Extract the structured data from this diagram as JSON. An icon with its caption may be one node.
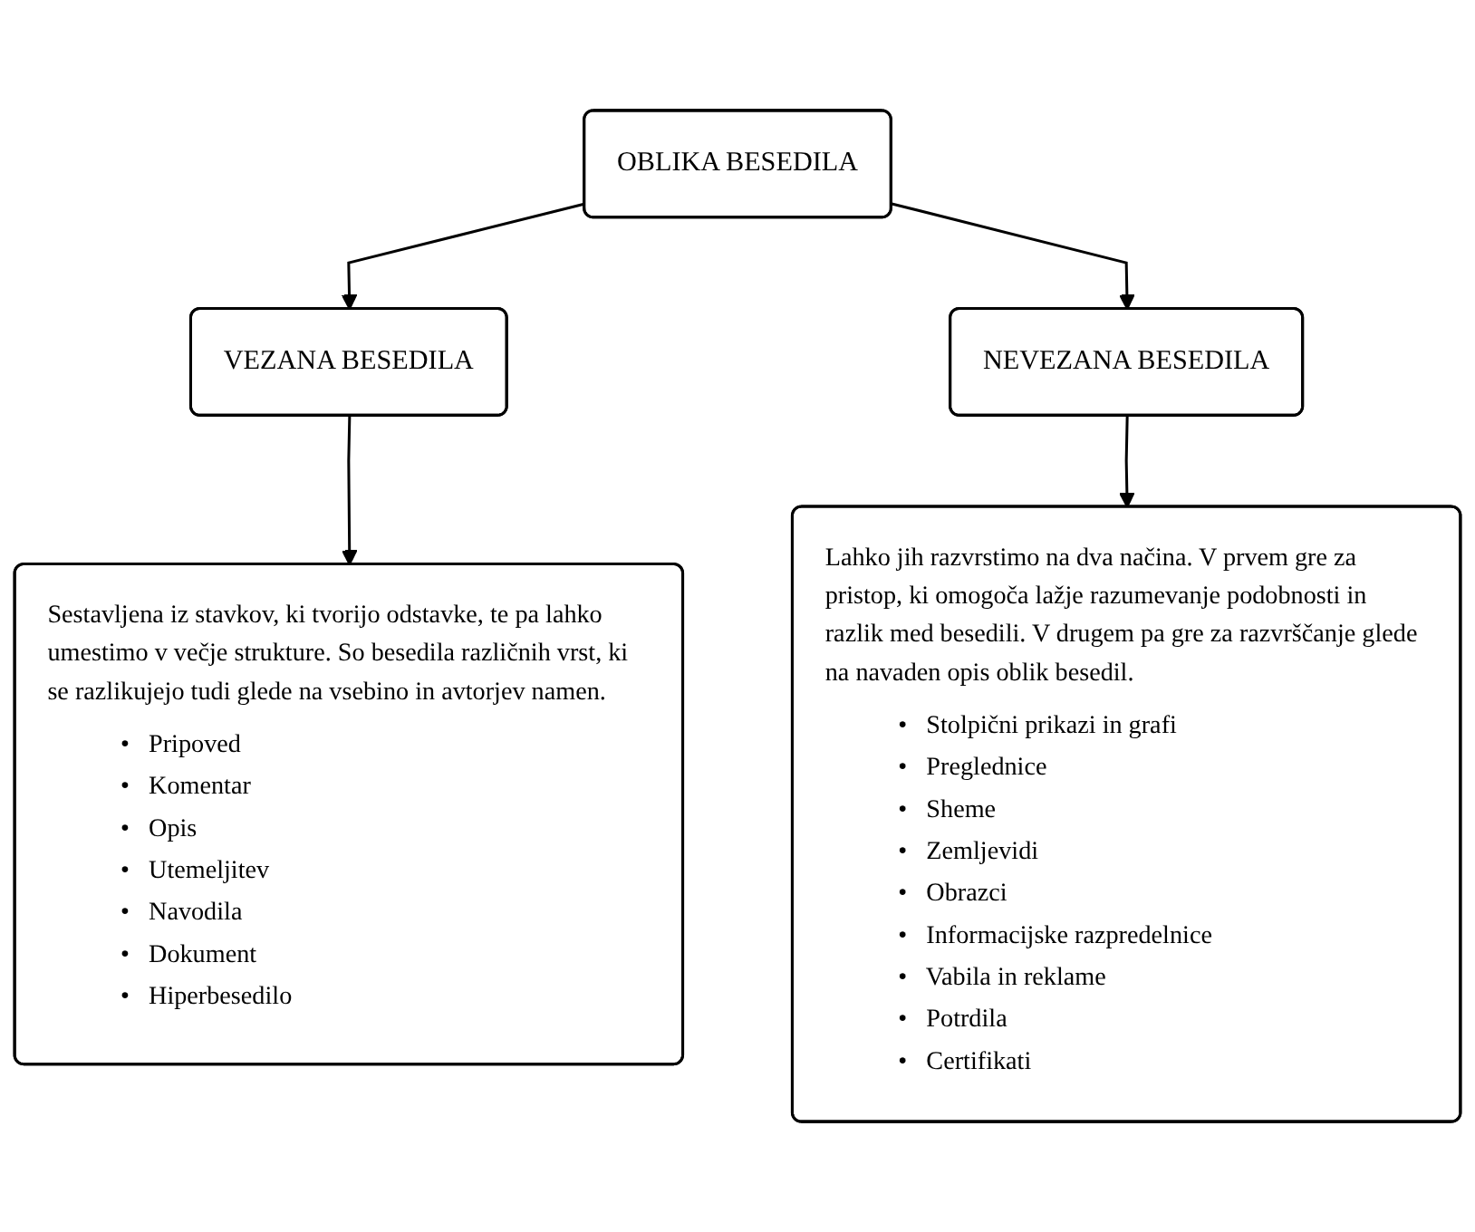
{
  "diagram": {
    "nodes": [
      {
        "text": [
          "OBLIKA BESEDILA"
        ]
      },
      {
        "text": [
          "VEZANA BESEDILA"
        ]
      },
      {
        "text": [
          "NEVEZANA BESEDILA"
        ]
      },
      {
        "text": [
          "Sestavljena iz stavkov, ki tvorijo odstavke, te pa lahko umestimo v večje strukture. So besedila različnih vrst, ki se razlikujejo tudi glede na vsebino in avtorjev namen.",
          "•   Pripoved",
          "•   Komentar",
          "•   Opis",
          "•   Utemeljitev",
          "•   Navodila",
          "•   Dokument",
          "•   Hiperbesedilo"
        ]
      },
      {
        "text": [
          "Lahko jih razvrstimo na dva načina. V prvem gre za pristop, ki omogoča lažje razumevanje podobnosti in razlik med besedili. V drugem pa gre za razvrščanje glede na navaden opis oblik besedil.",
          "•   Stolpični prikazi in grafi",
          "•   Preglednice",
          "•   Sheme",
          "•   Zemljevidi",
          "•   Obrazci",
          "•   Informacijske razpredelnice",
          "•   Vabila in reklame",
          "•   Potrdila",
          "•   Certifikati"
        ]
      }
    ],
    "edges": [
      {
        "from": 0,
        "to": 1,
        "arrow": "to"
      },
      {
        "from": 0,
        "to": 2,
        "arrow": "to"
      },
      {
        "from": 1,
        "to": 3,
        "arrow": "to"
      },
      {
        "from": 2,
        "to": 4,
        "arrow": "to"
      }
    ]
  }
}
